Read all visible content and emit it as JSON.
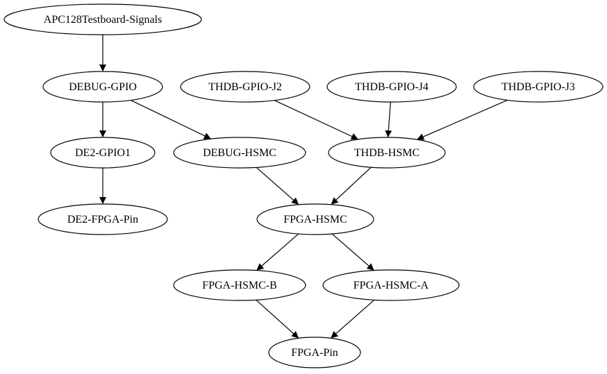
{
  "colors": {
    "background": "#ffffff",
    "stroke": "#000000",
    "text": "#000000"
  },
  "nodes": {
    "apc128": "APC128Testboard-Signals",
    "debug_gpio": "DEBUG-GPIO",
    "thdb_gpio_j2": "THDB-GPIO-J2",
    "thdb_gpio_j4": "THDB-GPIO-J4",
    "thdb_gpio_j3": "THDB-GPIO-J3",
    "de2_gpio1": "DE2-GPIO1",
    "debug_hsmc": "DEBUG-HSMC",
    "thdb_hsmc": "THDB-HSMC",
    "de2_fpga_pin": "DE2-FPGA-Pin",
    "fpga_hsmc": "FPGA-HSMC",
    "fpga_hsmc_b": "FPGA-HSMC-B",
    "fpga_hsmc_a": "FPGA-HSMC-A",
    "fpga_pin": "FPGA-Pin"
  },
  "edges": [
    {
      "from": "apc128",
      "to": "debug_gpio",
      "direction": "both"
    },
    {
      "from": "debug_gpio",
      "to": "de2_gpio1",
      "direction": "both"
    },
    {
      "from": "debug_gpio",
      "to": "debug_hsmc",
      "direction": "both"
    },
    {
      "from": "de2_gpio1",
      "to": "de2_fpga_pin",
      "direction": "both"
    },
    {
      "from": "thdb_gpio_j2",
      "to": "thdb_hsmc",
      "direction": "both"
    },
    {
      "from": "thdb_gpio_j4",
      "to": "thdb_hsmc",
      "direction": "both"
    },
    {
      "from": "thdb_gpio_j3",
      "to": "thdb_hsmc",
      "direction": "both"
    },
    {
      "from": "debug_hsmc",
      "to": "fpga_hsmc",
      "direction": "both"
    },
    {
      "from": "thdb_hsmc",
      "to": "fpga_hsmc",
      "direction": "both"
    },
    {
      "from": "fpga_hsmc",
      "to": "fpga_hsmc_b",
      "direction": "both"
    },
    {
      "from": "fpga_hsmc",
      "to": "fpga_hsmc_a",
      "direction": "both"
    },
    {
      "from": "fpga_hsmc_b",
      "to": "fpga_pin",
      "direction": "both"
    },
    {
      "from": "fpga_hsmc_a",
      "to": "fpga_pin",
      "direction": "both"
    }
  ]
}
